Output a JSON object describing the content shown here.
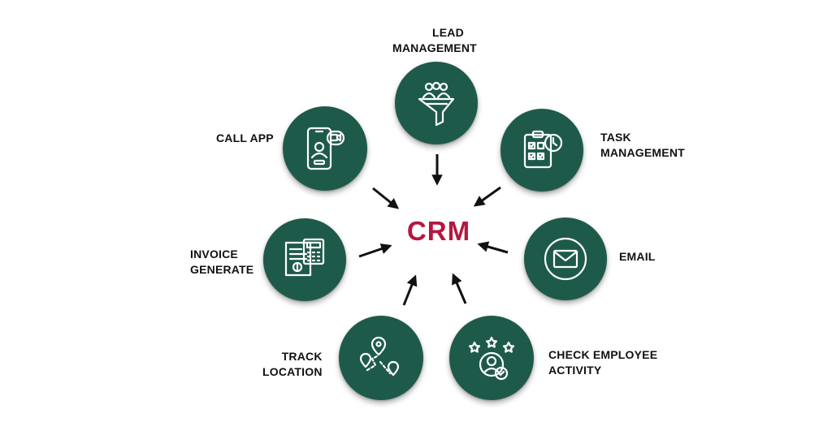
{
  "center": {
    "label": "CRM",
    "color": "#b5173f"
  },
  "colors": {
    "node_fill": "#1e5a4a",
    "icon_stroke": "#ffffff",
    "arrow": "#111111",
    "label_text": "#111111"
  },
  "nodes": [
    {
      "id": "lead",
      "lines": [
        "LEAD",
        "MANAGEMENT"
      ],
      "icon": "funnel-people-icon"
    },
    {
      "id": "task",
      "lines": [
        "TASK",
        "MANAGEMENT"
      ],
      "icon": "checklist-clock-icon"
    },
    {
      "id": "email",
      "lines": [
        "EMAIL"
      ],
      "icon": "envelope-icon"
    },
    {
      "id": "employee",
      "lines": [
        "CHECK EMPLOYEE",
        "ACTIVITY"
      ],
      "icon": "rated-employee-icon"
    },
    {
      "id": "track",
      "lines": [
        "TRACK",
        "LOCATION"
      ],
      "icon": "map-route-icon"
    },
    {
      "id": "invoice",
      "lines": [
        "INVOICE",
        "GENERATE"
      ],
      "icon": "invoice-calculator-icon"
    },
    {
      "id": "call",
      "lines": [
        "CALL APP"
      ],
      "icon": "video-call-phone-icon"
    }
  ]
}
